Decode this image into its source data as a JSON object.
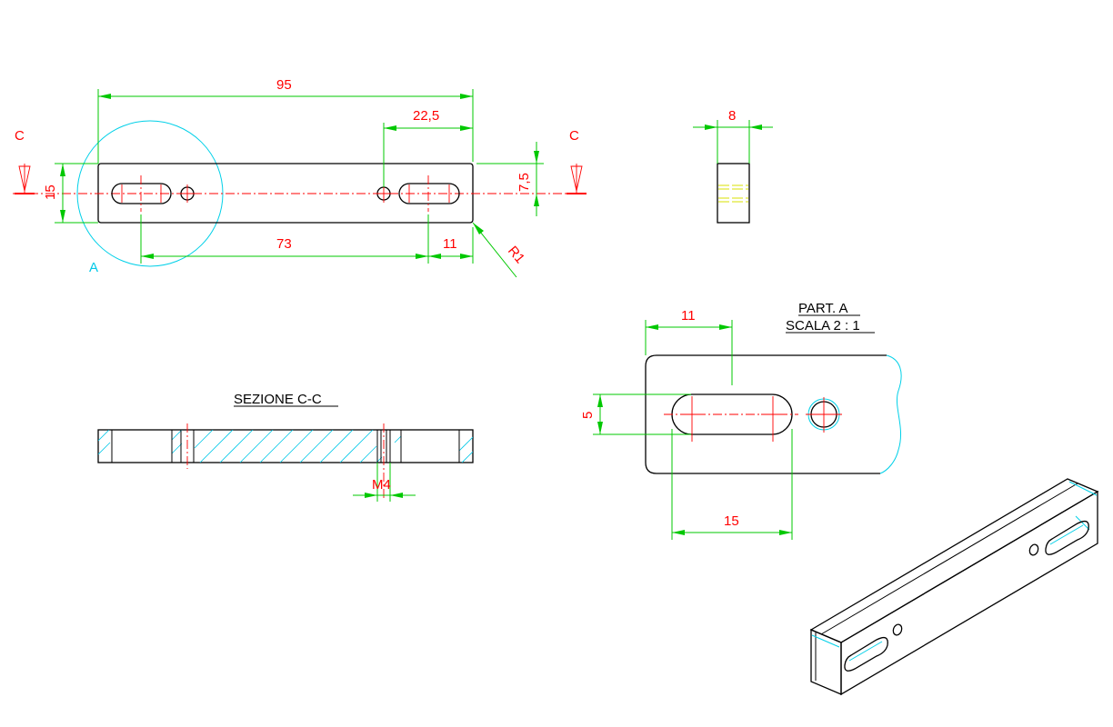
{
  "colors": {
    "object_line": "#000000",
    "dimension_line": "#00c800",
    "center_line": "#ff0000",
    "dimension_text": "#ff0000",
    "detail_circle": "#00d0e8",
    "hatch": "#00c8e8"
  },
  "front_view": {
    "dim_overall_length": "95",
    "dim_right_offset": "22,5",
    "dim_height": "15",
    "dim_half_height": "7,5",
    "dim_slot_centers": "73",
    "dim_slot_to_end": "11",
    "dim_radius": "R1",
    "section_label_left": "C",
    "section_label_right": "C",
    "detail_label": "A"
  },
  "side_view": {
    "dim_thickness": "8"
  },
  "section_view": {
    "title": "SEZIONE C-C",
    "dim_thread": "M4"
  },
  "detail_view": {
    "title_line1": "PART. A",
    "title_line2": "SCALA 2 : 1",
    "dim_slot_offset": "11",
    "dim_slot_width": "5",
    "dim_slot_length": "15"
  },
  "iso_view": {}
}
